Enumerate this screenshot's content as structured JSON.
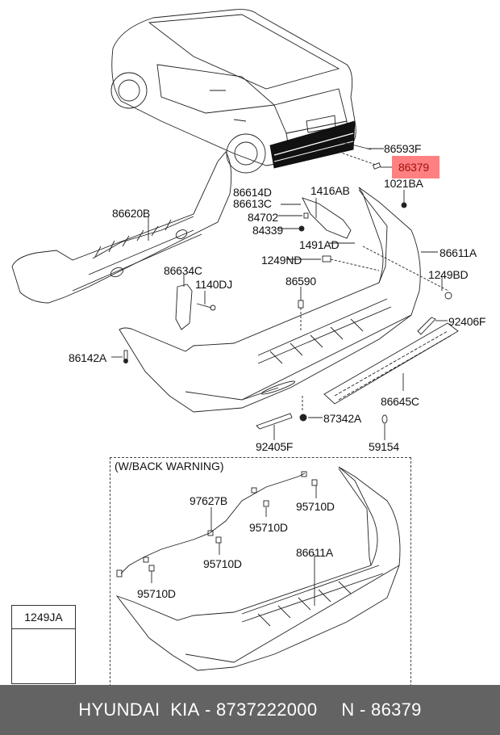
{
  "diagram": {
    "type": "exploded parts diagram",
    "subject": "Rear bumper assembly",
    "highlighted_part": "86379",
    "highlight_color": "#ff8080",
    "parts": [
      {
        "id": "86593F",
        "label": "86593F"
      },
      {
        "id": "86379",
        "label": "86379",
        "highlighted": true
      },
      {
        "id": "1021BA",
        "label": "1021BA"
      },
      {
        "id": "86614D",
        "label": "86614D"
      },
      {
        "id": "86613C",
        "label": "86613C"
      },
      {
        "id": "1416AB",
        "label": "1416AB"
      },
      {
        "id": "86620B",
        "label": "86620B"
      },
      {
        "id": "84702",
        "label": "84702"
      },
      {
        "id": "84339",
        "label": "84339"
      },
      {
        "id": "1491AD",
        "label": "1491AD"
      },
      {
        "id": "86611A",
        "label": "86611A"
      },
      {
        "id": "1249ND",
        "label": "1249ND"
      },
      {
        "id": "86634C",
        "label": "86634C"
      },
      {
        "id": "1140DJ",
        "label": "1140DJ"
      },
      {
        "id": "86590",
        "label": "86590"
      },
      {
        "id": "1249BD",
        "label": "1249BD"
      },
      {
        "id": "92406F",
        "label": "92406F"
      },
      {
        "id": "86142A",
        "label": "86142A"
      },
      {
        "id": "86645C",
        "label": "86645C"
      },
      {
        "id": "87342A",
        "label": "87342A"
      },
      {
        "id": "92405F",
        "label": "92405F"
      },
      {
        "id": "59154",
        "label": "59154"
      }
    ],
    "variant": {
      "title": "(W/BACK WARNING)",
      "parts": [
        {
          "id": "97627B",
          "label": "97627B"
        },
        {
          "id": "95710D-1",
          "label": "95710D"
        },
        {
          "id": "95710D-2",
          "label": "95710D"
        },
        {
          "id": "95710D-3",
          "label": "95710D"
        },
        {
          "id": "95710D-4",
          "label": "95710D"
        },
        {
          "id": "86611A-2",
          "label": "86611A"
        }
      ]
    },
    "legend": {
      "part": "1249JA",
      "icon": "screw-icon"
    }
  },
  "footer": {
    "brand": "HYUNDAI  KIA",
    "separator": " - ",
    "part_number": "8737222000",
    "ref_prefix": "N",
    "ref_number": "86379"
  }
}
